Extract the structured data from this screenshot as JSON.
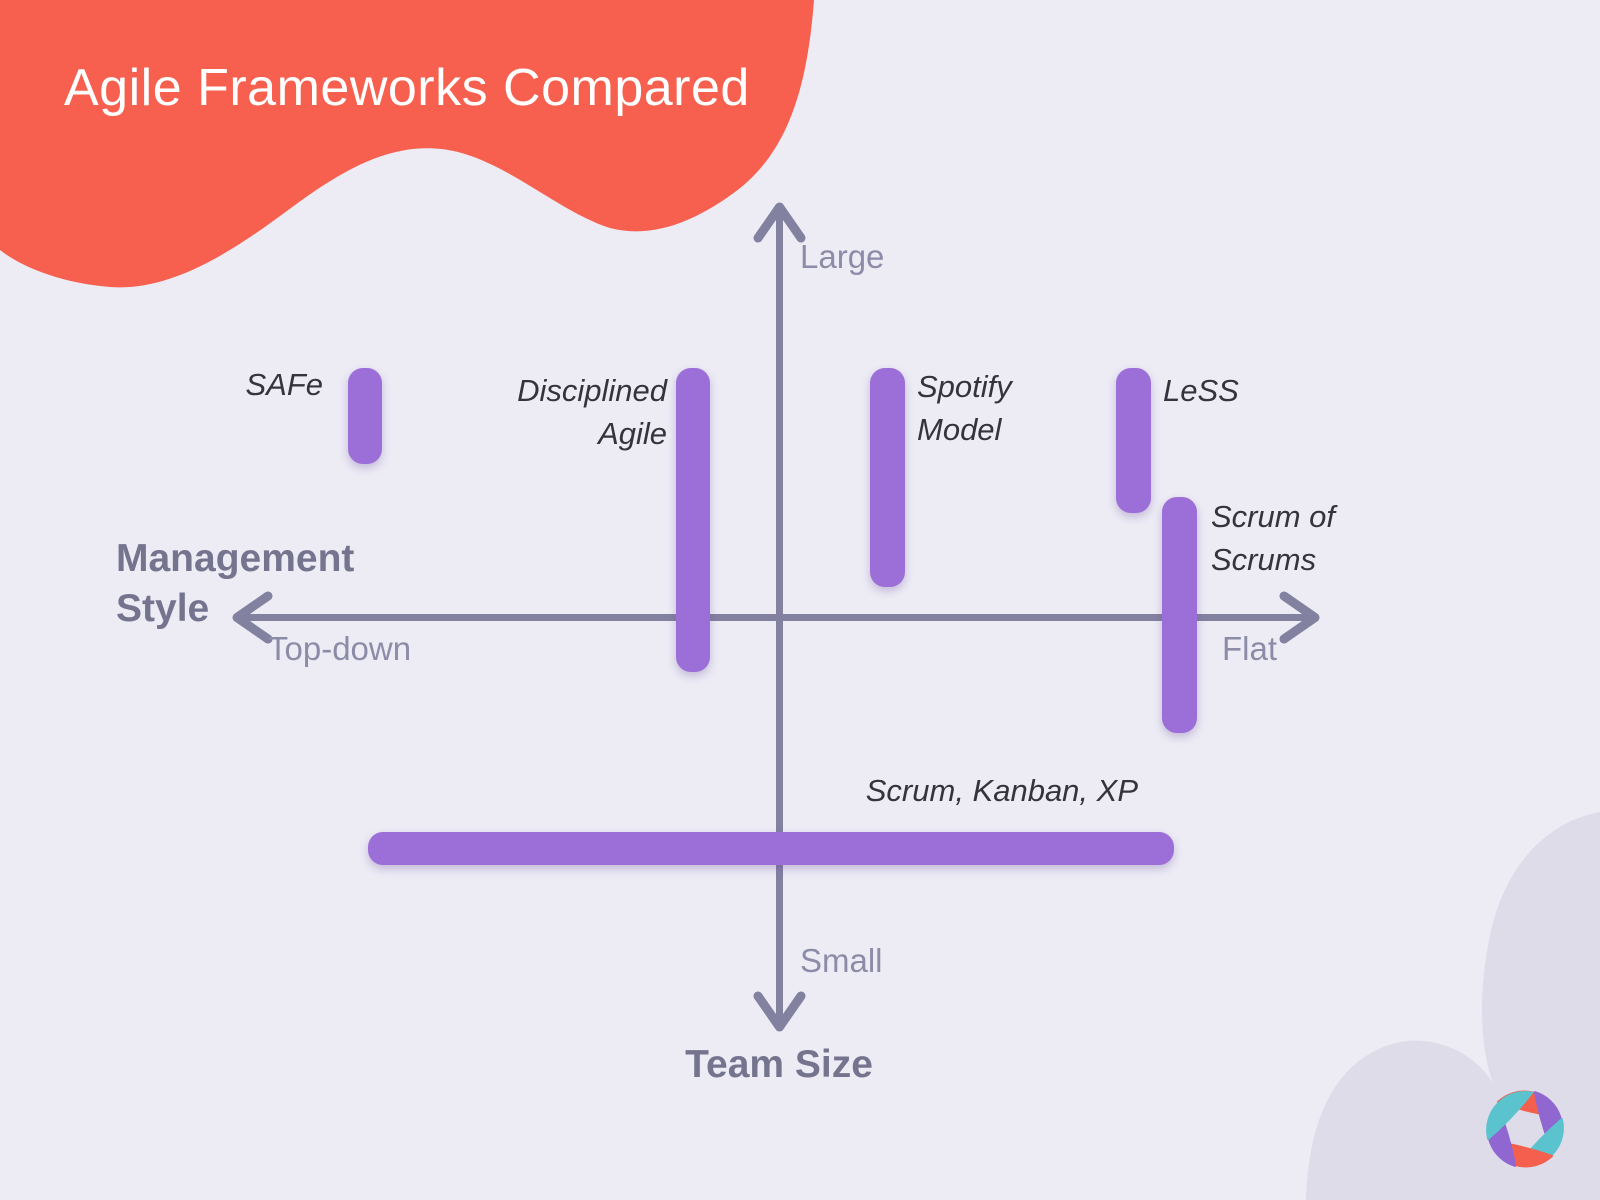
{
  "title": "Agile Frameworks Compared",
  "axes": {
    "y_title": "Team Size",
    "y_top_label": "Large",
    "y_bottom_label": "Small",
    "x_title": "Management Style",
    "x_left_label": "Top-down",
    "x_right_label": "Flat"
  },
  "frameworks": [
    {
      "label": "SAFe"
    },
    {
      "label": "Disciplined Agile"
    },
    {
      "label": "Spotify Model"
    },
    {
      "label": "LeSS"
    },
    {
      "label": "Scrum of Scrums"
    },
    {
      "label": "Scrum, Kanban, XP"
    }
  ],
  "colors": {
    "background": "#EDECF5",
    "header_blob": "#F7604E",
    "title_text": "#FFFFFF",
    "bar_purple": "#9C6ED8",
    "axis_line": "#8381A0",
    "axis_end_label": "#8D8CA8",
    "axis_title": "#75748E",
    "framework_label": "#34333E",
    "corner_blob": "#DEDCE9",
    "logo_coral": "#F4604D",
    "logo_purple": "#9067D1",
    "logo_teal": "#5BC3CE"
  }
}
